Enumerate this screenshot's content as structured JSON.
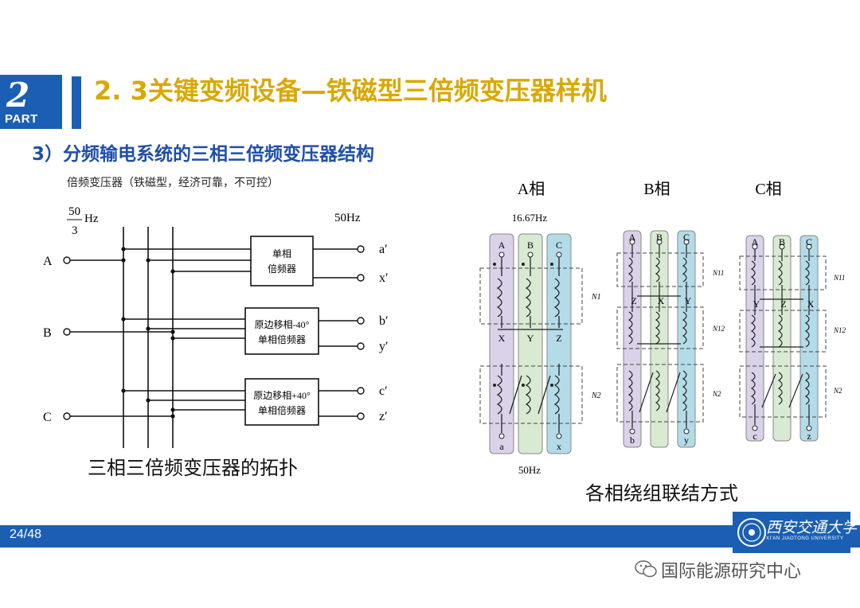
{
  "badge": {
    "number": "2",
    "label": "PART"
  },
  "title": "2. 3关键变频设备—铁磁型三倍频变压器样机",
  "subtitle": "3）分频输电系统的三相三倍频变压器结构",
  "topology": {
    "note": "倍频变压器（铁磁型，经济可靠，不可控）",
    "input_freq_num": "50",
    "input_freq_den": "3",
    "input_freq_unit": "Hz",
    "output_freq": "50Hz",
    "inputs": [
      "A",
      "B",
      "C"
    ],
    "outputs": [
      "a′",
      "x′",
      "b′",
      "y′",
      "c′",
      "z′"
    ],
    "block1": [
      "单相",
      "倍频器"
    ],
    "block2": [
      "原边移相-40°",
      "单相倍频器"
    ],
    "block3": [
      "原边移相+40°",
      "单相倍频器"
    ],
    "caption": "三相三倍频变压器的拓扑"
  },
  "windings": {
    "phase_titles": [
      "A相",
      "B相",
      "C相"
    ],
    "top_freq": "16.67Hz",
    "bottom_freq": "50Hz",
    "a_top_labels": [
      "A",
      "B",
      "C"
    ],
    "a_mid_labels": [
      "X",
      "Y",
      "Z"
    ],
    "a_bottom_labels": [
      "a",
      "x"
    ],
    "a_winding_labels": [
      "N1",
      "N2"
    ],
    "b_top_labels": [
      "A",
      "B",
      "C"
    ],
    "b_mid_labels": [
      "Z",
      "X",
      "Y"
    ],
    "b_bottom_labels": [
      "b",
      "y"
    ],
    "b_winding_labels": [
      "N11",
      "N12",
      "N2"
    ],
    "c_top_labels": [
      "A",
      "B",
      "C"
    ],
    "c_mid_labels": [
      "Y",
      "Z",
      "X"
    ],
    "c_bottom_labels": [
      "c",
      "z"
    ],
    "c_winding_labels": [
      "N11",
      "N12",
      "N2"
    ],
    "caption": "各相绕组联结方式"
  },
  "footer": {
    "page": "24/48",
    "university": "西安交通大学",
    "university_en": "XI'AN JIAOTONG UNIVERSITY"
  },
  "watermark": "国际能源研究中心",
  "colors": {
    "brand_blue": "#1a5fb4",
    "title_gold": "#d9a800",
    "subtitle_blue": "#1f4fa8",
    "limb_purple": "#d9d2e9",
    "limb_green": "#d9ead3",
    "limb_blue": "#b4dbe8"
  }
}
